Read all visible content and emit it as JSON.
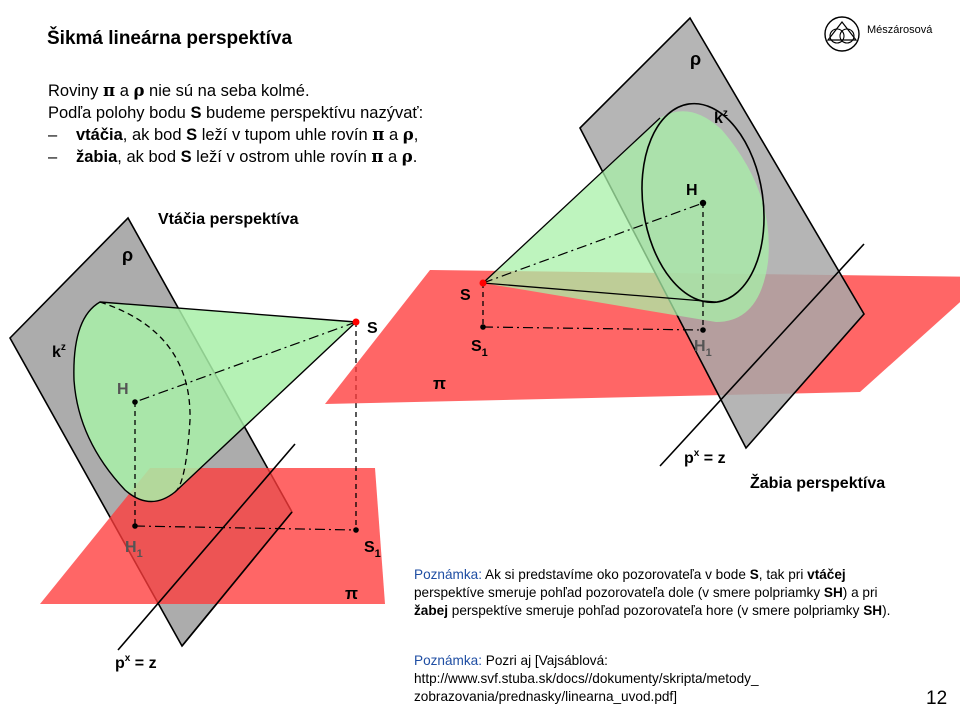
{
  "slide": {
    "title": "Šikmá lineárna perspektíva",
    "author": "Mészárosová",
    "page_number": "12"
  },
  "intro": {
    "line1_a": "Roviny ",
    "line1_pi": "π",
    "line1_b": " a ",
    "line1_rho": "ρ",
    "line1_c": "  nie sú na seba kolmé.",
    "line2_a": "Podľa polohy bodu ",
    "line2_s": "S",
    "line2_b": " budeme perspektívu nazývať:",
    "bullet_dash": "–",
    "bullet1_bold": "vtáčia",
    "bullet1_a": ", ak bod ",
    "bullet1_s": "S",
    "bullet1_b": " leží v tupom uhle rovín ",
    "bullet1_pi": "π",
    "bullet1_c": " a ",
    "bullet1_rho": "ρ",
    "bullet1_d": ",",
    "bullet2_bold": "žabia",
    "bullet2_a": ", ak bod ",
    "bullet2_s": "S",
    "bullet2_b": " leží v ostrom uhle rovín ",
    "bullet2_pi": "π",
    "bullet2_c": " a ",
    "bullet2_rho": "ρ",
    "bullet2_d": "."
  },
  "bird_diagram": {
    "caption": "Vtáčia perspektíva",
    "rho": "ρ",
    "pi": "π",
    "k_label": "k",
    "k_sup": "z",
    "H": "H",
    "H1": "H",
    "H1_sub": "1",
    "S": "S",
    "S1": "S",
    "S1_sub": "1",
    "p_label": "p",
    "p_sup": "x",
    "p_tail": " = z"
  },
  "frog_diagram": {
    "caption": "Žabia perspektíva",
    "rho": "ρ",
    "pi": "π",
    "k_label": "k",
    "k_sup": "z",
    "H": "H",
    "H1": "H",
    "H1_sub": "1",
    "S": "S",
    "S1": "S",
    "S1_sub": "1",
    "p_label": "p",
    "p_sup": "x",
    "p_tail": " = z"
  },
  "note1": {
    "label": "Poznámka:",
    "t1": " Ak si predstavíme oko pozorovateľa v bode ",
    "s1": "S",
    "t2": ", tak pri ",
    "b1": "vtáčej",
    "t3": " perspektíve smeruje pohľad pozorovateľa dole (v smere polpriamky ",
    "sh1": "SH",
    "t4": ") a pri ",
    "b2": "žabej",
    "t5": " perspektíve smeruje pohľad pozorovateľa hore (v smere polpriamky ",
    "sh2": "SH",
    "t6": ")."
  },
  "note2": {
    "label": "Poznámka:",
    "t1": " Pozri aj [Vajsáblová: http://www.svf.stuba.sk/docs//dokumenty/skripta/metody_ zobrazovania/prednasky/linearna_uvod.pdf]"
  },
  "colors": {
    "plane_pi": "#ff3b3b",
    "plane_rho": "#a8a8a8",
    "cone": "#a8f0a8",
    "point_s": "#ff0000",
    "note_label": "#1f4ea3"
  }
}
